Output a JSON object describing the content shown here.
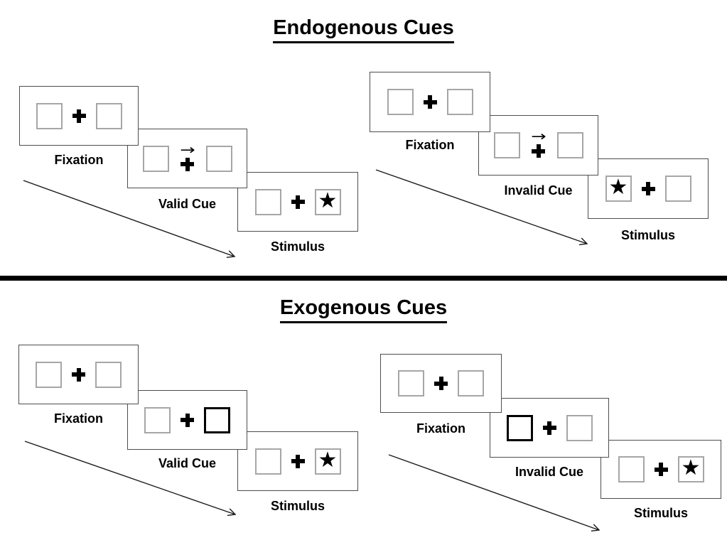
{
  "sections": [
    {
      "title": "Endogenous Cues",
      "sequences": [
        {
          "type": "valid",
          "steps": [
            {
              "label": "Fixation",
              "left_box": "empty",
              "right_box": "empty",
              "center": "cross"
            },
            {
              "label": "Valid Cue",
              "left_box": "empty",
              "right_box": "empty",
              "center": "cross-with-right-arrow",
              "cue_symbol": "right-arrow"
            },
            {
              "label": "Stimulus",
              "left_box": "empty",
              "right_box": "star",
              "center": "cross"
            }
          ]
        },
        {
          "type": "invalid",
          "steps": [
            {
              "label": "Fixation",
              "left_box": "empty",
              "right_box": "empty",
              "center": "cross"
            },
            {
              "label": "Invalid Cue",
              "left_box": "empty",
              "right_box": "empty",
              "center": "cross-with-right-arrow",
              "cue_symbol": "right-arrow"
            },
            {
              "label": "Stimulus",
              "left_box": "star",
              "right_box": "empty",
              "center": "cross"
            }
          ]
        }
      ]
    },
    {
      "title": "Exogenous Cues",
      "sequences": [
        {
          "type": "valid",
          "steps": [
            {
              "label": "Fixation",
              "left_box": "empty",
              "right_box": "empty",
              "center": "cross"
            },
            {
              "label": "Valid Cue",
              "left_box": "empty",
              "right_box": "highlighted",
              "center": "cross"
            },
            {
              "label": "Stimulus",
              "left_box": "empty",
              "right_box": "star",
              "center": "cross"
            }
          ]
        },
        {
          "type": "invalid",
          "steps": [
            {
              "label": "Fixation",
              "left_box": "empty",
              "right_box": "empty",
              "center": "cross"
            },
            {
              "label": "Invalid Cue",
              "left_box": "highlighted",
              "right_box": "empty",
              "center": "cross"
            },
            {
              "label": "Stimulus",
              "left_box": "empty",
              "right_box": "star",
              "center": "cross"
            }
          ]
        }
      ]
    }
  ],
  "glyphs": {
    "star": "★",
    "cue_arrow": "→"
  },
  "colors": {
    "ink": "#000000",
    "panel_border": "#4d4d4d",
    "box_border": "#a6a6a6",
    "highlight_border": "#000000",
    "background": "#ffffff"
  }
}
